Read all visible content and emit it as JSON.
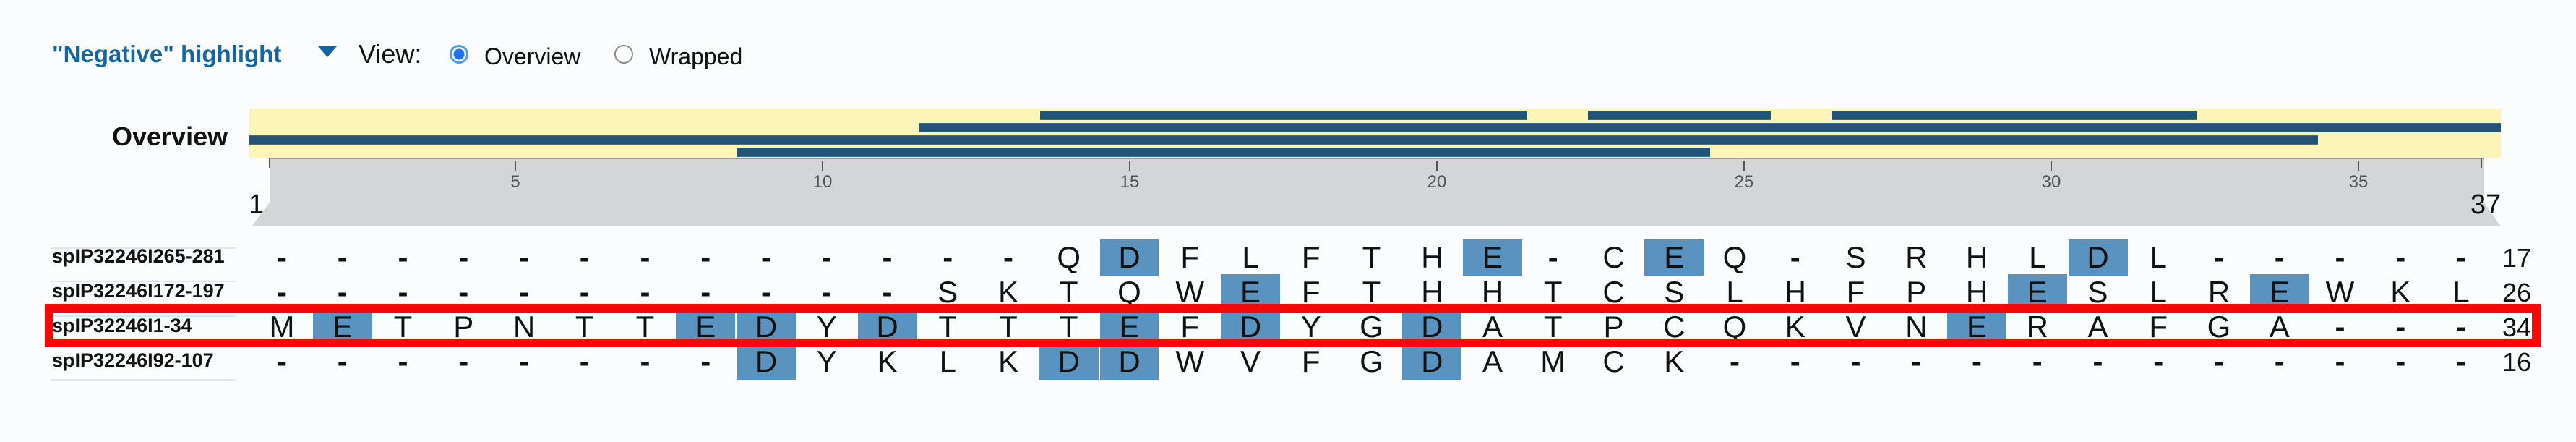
{
  "header": {
    "highlight_dropdown": "\"Negative\" highlight",
    "view_label": "View:",
    "view_options": [
      {
        "label": "Overview",
        "selected": true
      },
      {
        "label": "Wrapped",
        "selected": false
      }
    ]
  },
  "overview": {
    "title": "Overview",
    "total_columns": 37,
    "colors": {
      "background": "#fdf5b8",
      "bar": "#235478"
    },
    "rows": [
      {
        "segments": [
          [
            14,
            21
          ],
          [
            23,
            25
          ],
          [
            27,
            32
          ]
        ]
      },
      {
        "segments": [
          [
            12,
            37
          ]
        ]
      },
      {
        "segments": [
          [
            1,
            34
          ]
        ]
      },
      {
        "segments": [
          [
            9,
            24
          ]
        ]
      }
    ]
  },
  "ruler": {
    "start_label": "1",
    "end_label": "37",
    "ticks": [
      "5",
      "10",
      "15",
      "20",
      "25",
      "30",
      "35"
    ]
  },
  "alignment": {
    "highlight_color": "#5b93c0",
    "selection_color": "#f40808",
    "selected_row": 2,
    "rows": [
      {
        "id": "spIP32246I265-281",
        "seq": "-------------QDFLFTHE-CEQ-SRHLDL-----",
        "count": "17"
      },
      {
        "id": "spIP32246I172-197",
        "seq": "-----------SKTQWEFTHHTCSLHFPHESLREWKL",
        "count": "26"
      },
      {
        "id": "spIP32246I1-34",
        "seq": "METPNTTEDYDTTTEFDYGDATPCQKVNERAFGA---",
        "count": "34"
      },
      {
        "id": "spIP32246I92-107",
        "seq": "--------DYKLKDDWVFGDAMCK-------------",
        "count": "16"
      }
    ]
  }
}
